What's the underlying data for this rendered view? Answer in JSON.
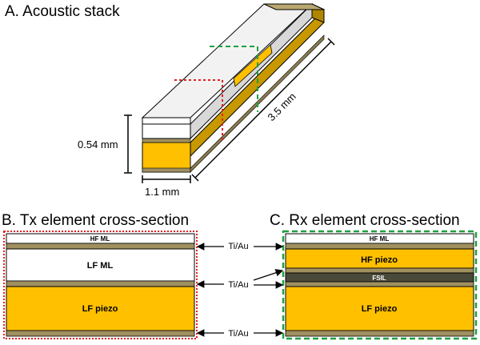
{
  "panels": {
    "a": {
      "title": "A. Acoustic stack"
    },
    "b": {
      "title": "B. Tx element cross-section"
    },
    "c": {
      "title": "C. Rx element cross-section"
    }
  },
  "dimensions": {
    "height": "0.54 mm",
    "width": "1.1 mm",
    "length": "3.5 mm"
  },
  "tx_layers": {
    "hf_ml": "HF ML",
    "lf_ml": "LF ML",
    "lf_piezo": "LF piezo"
  },
  "rx_layers": {
    "hf_ml": "HF ML",
    "hf_piezo": "HF piezo",
    "fsil": "FSIL",
    "lf_piezo": "LF piezo"
  },
  "electrode_label": "Ti/Au",
  "colors": {
    "piezo": "#FFC000",
    "piezo_dark": "#C89800",
    "electrode": "#A09060",
    "fsil": "#4A4A3A",
    "matching_layer": "#FFFFFF",
    "tx_outline": "#E02020",
    "rx_outline": "#20A040"
  }
}
